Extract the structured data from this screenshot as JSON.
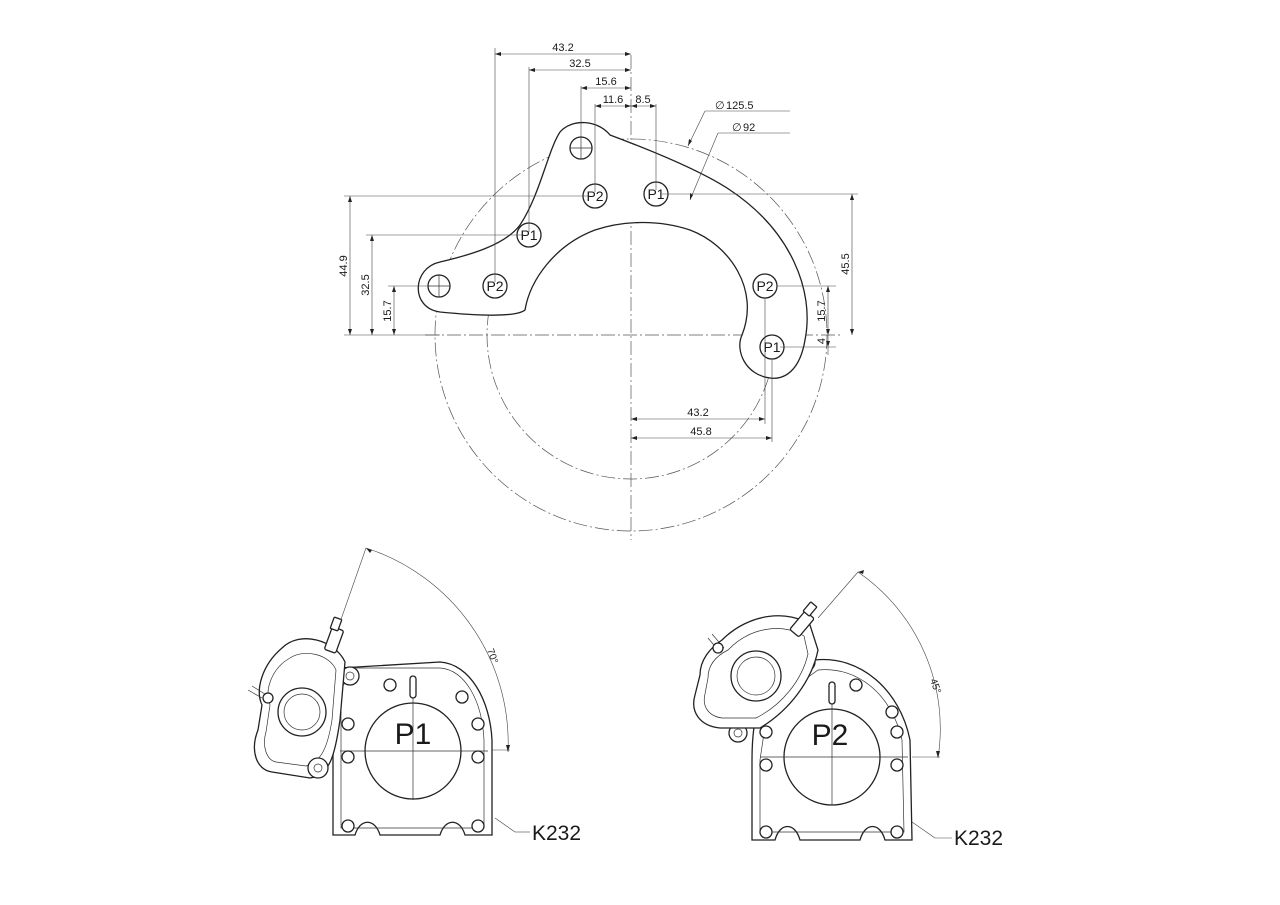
{
  "colors": {
    "line": "#222222",
    "background": "#ffffff"
  },
  "top_view": {
    "horizontal_dims": [
      "43.2",
      "32.5",
      "15.6",
      "11.6",
      "8.5"
    ],
    "diameters": [
      "125.5",
      "92"
    ],
    "diameter_symbol": "∅",
    "left_vertical_dims": [
      "44.9",
      "32.5",
      "15.7"
    ],
    "right_vertical_dims": [
      "45.5",
      "15.7",
      "4"
    ],
    "bottom_dims": [
      "43.2",
      "45.8"
    ],
    "pin_labels": {
      "p1": "P1",
      "p2": "P2"
    }
  },
  "assembly_left": {
    "position_label": "P1",
    "angle": "70°",
    "part_label": "K232"
  },
  "assembly_right": {
    "position_label": "P2",
    "angle": "45°",
    "part_label": "K232"
  }
}
